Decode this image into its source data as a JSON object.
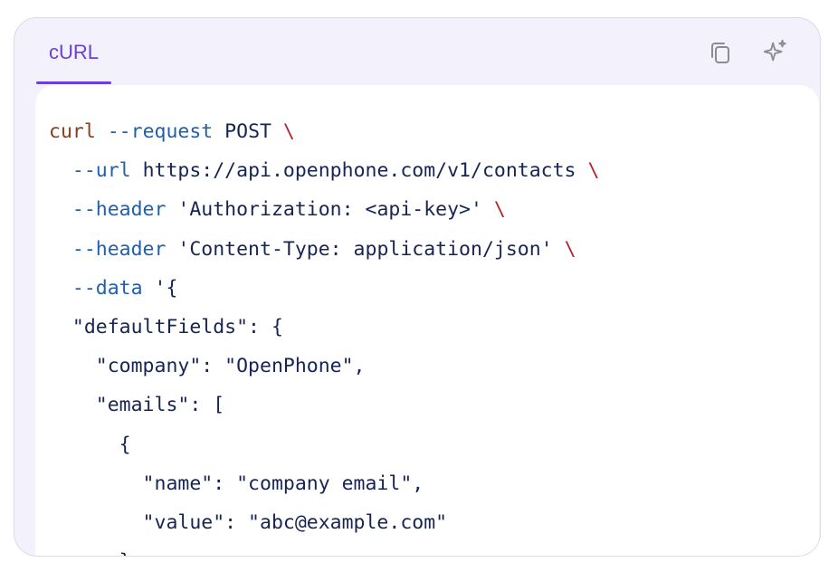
{
  "tabs": [
    {
      "label": "cURL",
      "active": true
    }
  ],
  "toolbar": {
    "copy_icon": "copy-icon",
    "ai_icon": "sparkle-icon"
  },
  "code": {
    "language": "bash",
    "lines": [
      [
        {
          "t": "fn",
          "v": "curl"
        },
        {
          "t": "text",
          "v": " "
        },
        {
          "t": "flag",
          "v": "--request"
        },
        {
          "t": "text",
          "v": " POST "
        },
        {
          "t": "esc",
          "v": "\\"
        }
      ],
      [
        {
          "t": "text",
          "v": "  "
        },
        {
          "t": "flag",
          "v": "--url"
        },
        {
          "t": "text",
          "v": " https://api.openphone.com/v1/contacts "
        },
        {
          "t": "esc",
          "v": "\\"
        }
      ],
      [
        {
          "t": "text",
          "v": "  "
        },
        {
          "t": "flag",
          "v": "--header"
        },
        {
          "t": "text",
          "v": " 'Authorization: <api-key>' "
        },
        {
          "t": "esc",
          "v": "\\"
        }
      ],
      [
        {
          "t": "text",
          "v": "  "
        },
        {
          "t": "flag",
          "v": "--header"
        },
        {
          "t": "text",
          "v": " 'Content-Type: application/json' "
        },
        {
          "t": "esc",
          "v": "\\"
        }
      ],
      [
        {
          "t": "text",
          "v": "  "
        },
        {
          "t": "flag",
          "v": "--data"
        },
        {
          "t": "text",
          "v": " '{"
        }
      ],
      [
        {
          "t": "text",
          "v": "  \"defaultFields\": {"
        }
      ],
      [
        {
          "t": "text",
          "v": "    \"company\": \"OpenPhone\","
        }
      ],
      [
        {
          "t": "text",
          "v": "    \"emails\": ["
        }
      ],
      [
        {
          "t": "text",
          "v": "      {"
        }
      ],
      [
        {
          "t": "text",
          "v": "        \"name\": \"company email\","
        }
      ],
      [
        {
          "t": "text",
          "v": "        \"value\": \"abc@example.com\""
        }
      ],
      [
        {
          "t": "text",
          "v": "      },"
        }
      ]
    ]
  },
  "colors": {
    "accent": "#6a3fdc",
    "command": "#8a3e16",
    "flag": "#1f5fae",
    "text": "#172554",
    "escape": "#b4232f"
  }
}
